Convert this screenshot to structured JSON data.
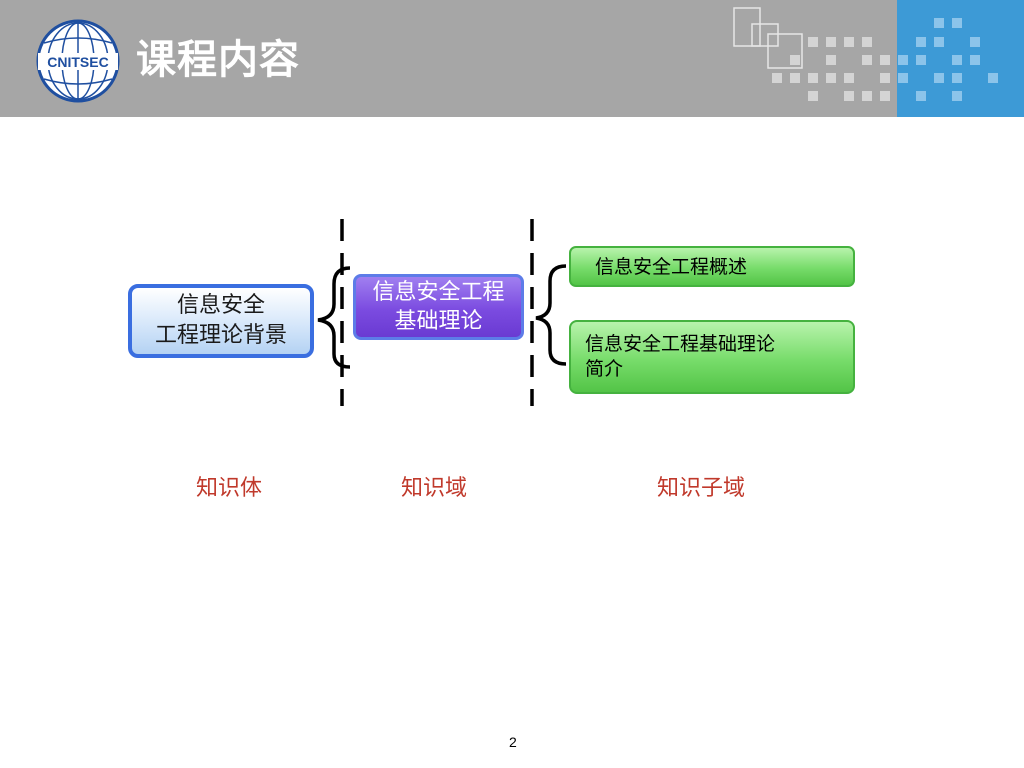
{
  "slide": {
    "title": "课程内容",
    "page_number": "2",
    "logo_text": "CNITSEC"
  },
  "diagram": {
    "knowledge_body": {
      "line1": "信息安全",
      "line2": "工程理论背景"
    },
    "knowledge_domain": {
      "line1": "信息安全工程",
      "line2": "基础理论"
    },
    "knowledge_subdomains": [
      {
        "line1": "信息安全工程概述"
      },
      {
        "line1": "信息安全工程基础理论",
        "line2": "简介"
      }
    ],
    "captions": {
      "body": "知识体",
      "domain": "知识域",
      "subdomain": "知识子域"
    }
  },
  "colors": {
    "header_gray": "#a6a6a6",
    "header_blue": "#3d9ad6",
    "body_box_border": "#3a6ee0",
    "domain_box_fill": "#7b4be0",
    "subdomain_box_fill": "#77dc6a",
    "caption_red": "#c0392b"
  }
}
